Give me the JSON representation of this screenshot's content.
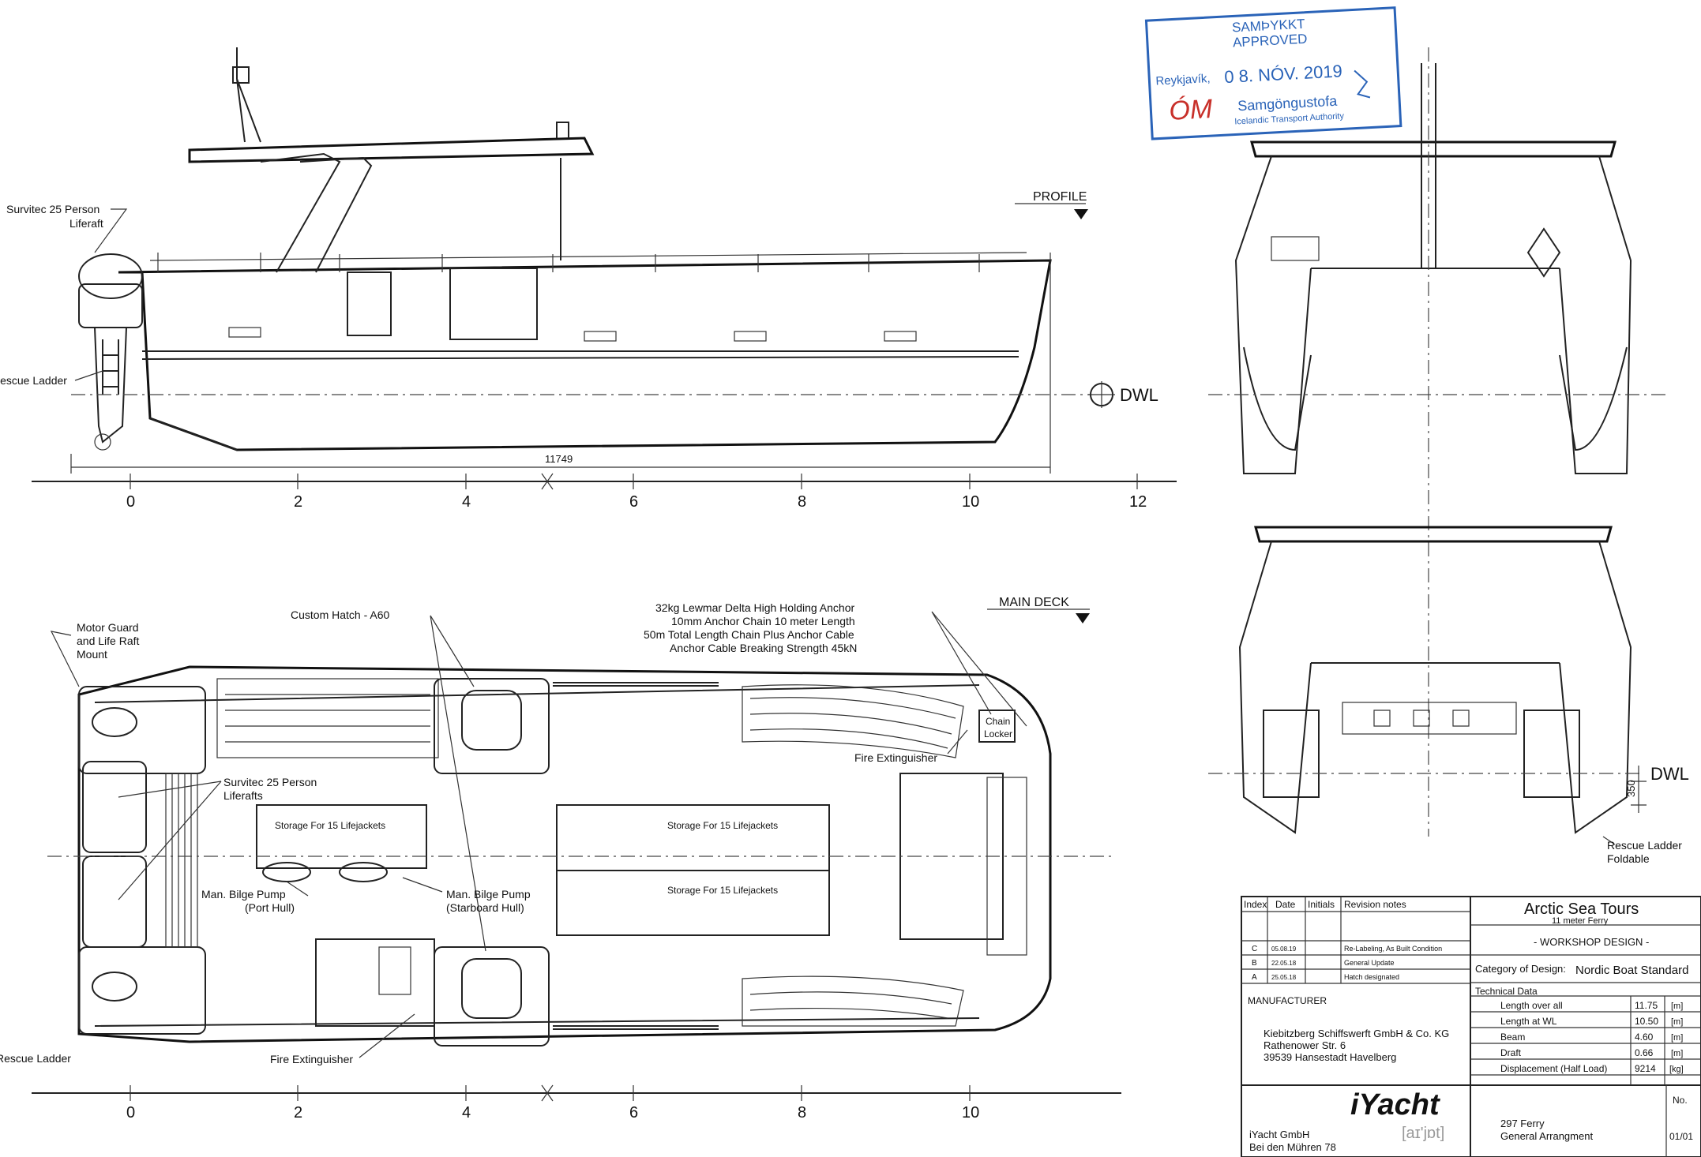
{
  "views": {
    "profile": "PROFILE",
    "main_deck": "MAIN DECK",
    "dwl": "DWL"
  },
  "scale": {
    "profile_ticks": [
      "0",
      "2",
      "4",
      "6",
      "8",
      "10",
      "12"
    ],
    "deck_ticks": [
      "0",
      "2",
      "4",
      "6",
      "8",
      "10"
    ],
    "length_dim": "11749",
    "draft_dim": "350"
  },
  "labels": {
    "liferaft_top_1": "Survitec 25 Person",
    "liferaft_top_2": "Liferaft",
    "rescue_ladder_profile": "Rescue Ladder",
    "motor_guard_1": "Motor Guard",
    "motor_guard_2": "and Life Raft",
    "motor_guard_3": "Mount",
    "custom_hatch": "Custom Hatch - A60",
    "anchor_1": "32kg Lewmar Delta High Holding Anchor",
    "anchor_2": "10mm Anchor Chain 10 meter Length",
    "anchor_3": "50m Total Length Chain Plus Anchor Cable",
    "anchor_4": "Anchor Cable Breaking Strength 45kN",
    "chain_locker_1": "Chain",
    "chain_locker_2": "Locker",
    "fire_ext_1": "Fire Extinguisher",
    "liferafts_deck_1": "Survitec 25 Person",
    "liferafts_deck_2": "Liferafts",
    "storage_1": "Storage For 15 Lifejackets",
    "storage_2": "Storage For 15 Lifejackets",
    "storage_3": "Storage For 15 Lifejackets",
    "bilge_port_1": "Man. Bilge Pump",
    "bilge_port_2": "(Port Hull)",
    "bilge_stbd_1": "Man. Bilge Pump",
    "bilge_stbd_2": "(Starboard Hull)",
    "rescue_ladder_deck": "Rescue Ladder",
    "fire_ext_2": "Fire Extinguisher",
    "rescue_ladder_rear_1": "Rescue Ladder",
    "rescue_ladder_rear_2": "Foldable"
  },
  "stamp": {
    "line1": "SAMÞYKKT",
    "line2": "APPROVED",
    "city": "Reykjavík,",
    "date": "0 8. NÓV. 2019",
    "initials": "ÓM",
    "authority": "Samgöngustofa",
    "authority_en": "Icelandic Transport Authority"
  },
  "title_block": {
    "headers": [
      "Index",
      "Date",
      "Initials",
      "Revision notes"
    ],
    "revisions": [
      {
        "index": "C",
        "date": "05.08.19",
        "initials": "",
        "note": "Re-Labeling, As Built Condition"
      },
      {
        "index": "B",
        "date": "22.05.18",
        "initials": "",
        "note": "General Update"
      },
      {
        "index": "A",
        "date": "25.05.18",
        "initials": "",
        "note": "Hatch designated"
      }
    ],
    "project": "Arctic Sea Tours",
    "subtitle": "11 meter Ferry",
    "design": "- WORKSHOP DESIGN -",
    "category_label": "Category of Design:",
    "category_value": "Nordic Boat Standard",
    "tech_heading": "Technical Data",
    "tech_rows": [
      {
        "label": "Length over all",
        "value": "11.75",
        "unit": "[m]"
      },
      {
        "label": "Length at WL",
        "value": "10.50",
        "unit": "[m]"
      },
      {
        "label": "Beam",
        "value": "4.60",
        "unit": "[m]"
      },
      {
        "label": "Draft",
        "value": "0.66",
        "unit": "[m]"
      },
      {
        "label": "Displacement (Half Load)",
        "value": "9214",
        "unit": "[kg]"
      }
    ],
    "manufacturer_heading": "MANUFACTURER",
    "manufacturer_lines": [
      "Kiebitzberg Schiffswerft GmbH & Co. KG",
      "Rathenower Str. 6",
      "39539 Hansestadt Havelberg"
    ],
    "brand": "iYacht",
    "brand_phonetic": "[aɪ'jɒt]",
    "company_lines": [
      "iYacht GmbH",
      "Bei den Mühren 78"
    ],
    "drawing_lines": [
      "297 Ferry",
      "General Arrangment"
    ],
    "no_label": "No.",
    "no_value": "01/01"
  }
}
